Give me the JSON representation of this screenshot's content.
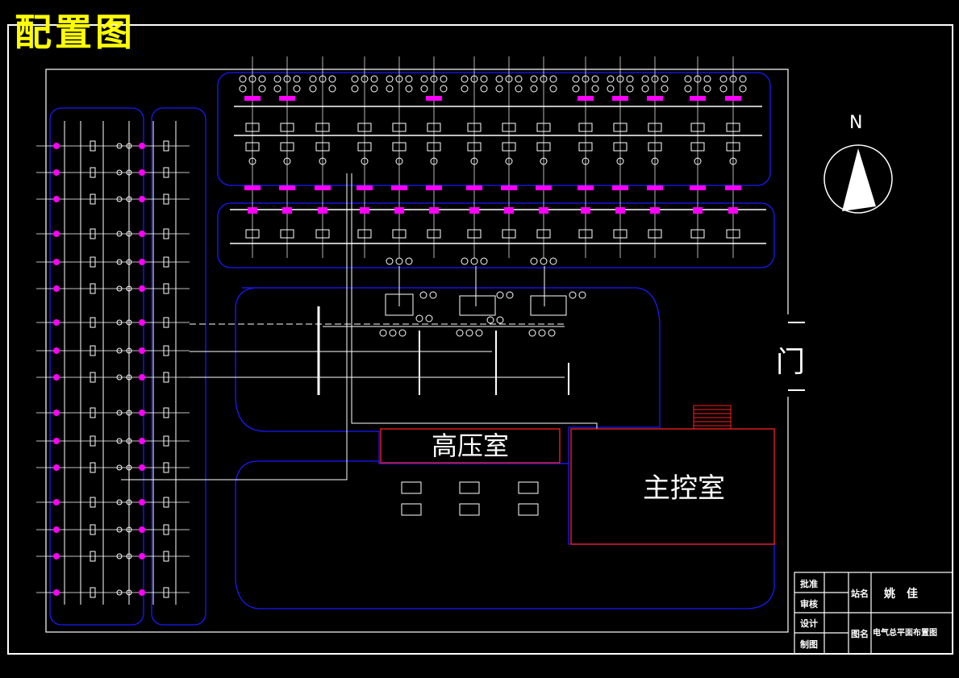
{
  "title": "配置图",
  "rooms": {
    "high_voltage": "高压室",
    "main_control": "主控室"
  },
  "gate_label": "门",
  "compass": {
    "north_label": "N"
  },
  "title_block": {
    "roles": [
      "批准",
      "审核",
      "设计",
      "制图"
    ],
    "station_label": "站名",
    "station_value": "姚　佳",
    "drawing_label": "图名",
    "drawing_value": "电气总平面布置图"
  },
  "colors": {
    "background": "#000000",
    "line": "#ffffff",
    "title": "#ffff00",
    "boundary": "#0000ff",
    "equipment_highlight": "#ff00ff",
    "room_outline": "#ff0000"
  }
}
